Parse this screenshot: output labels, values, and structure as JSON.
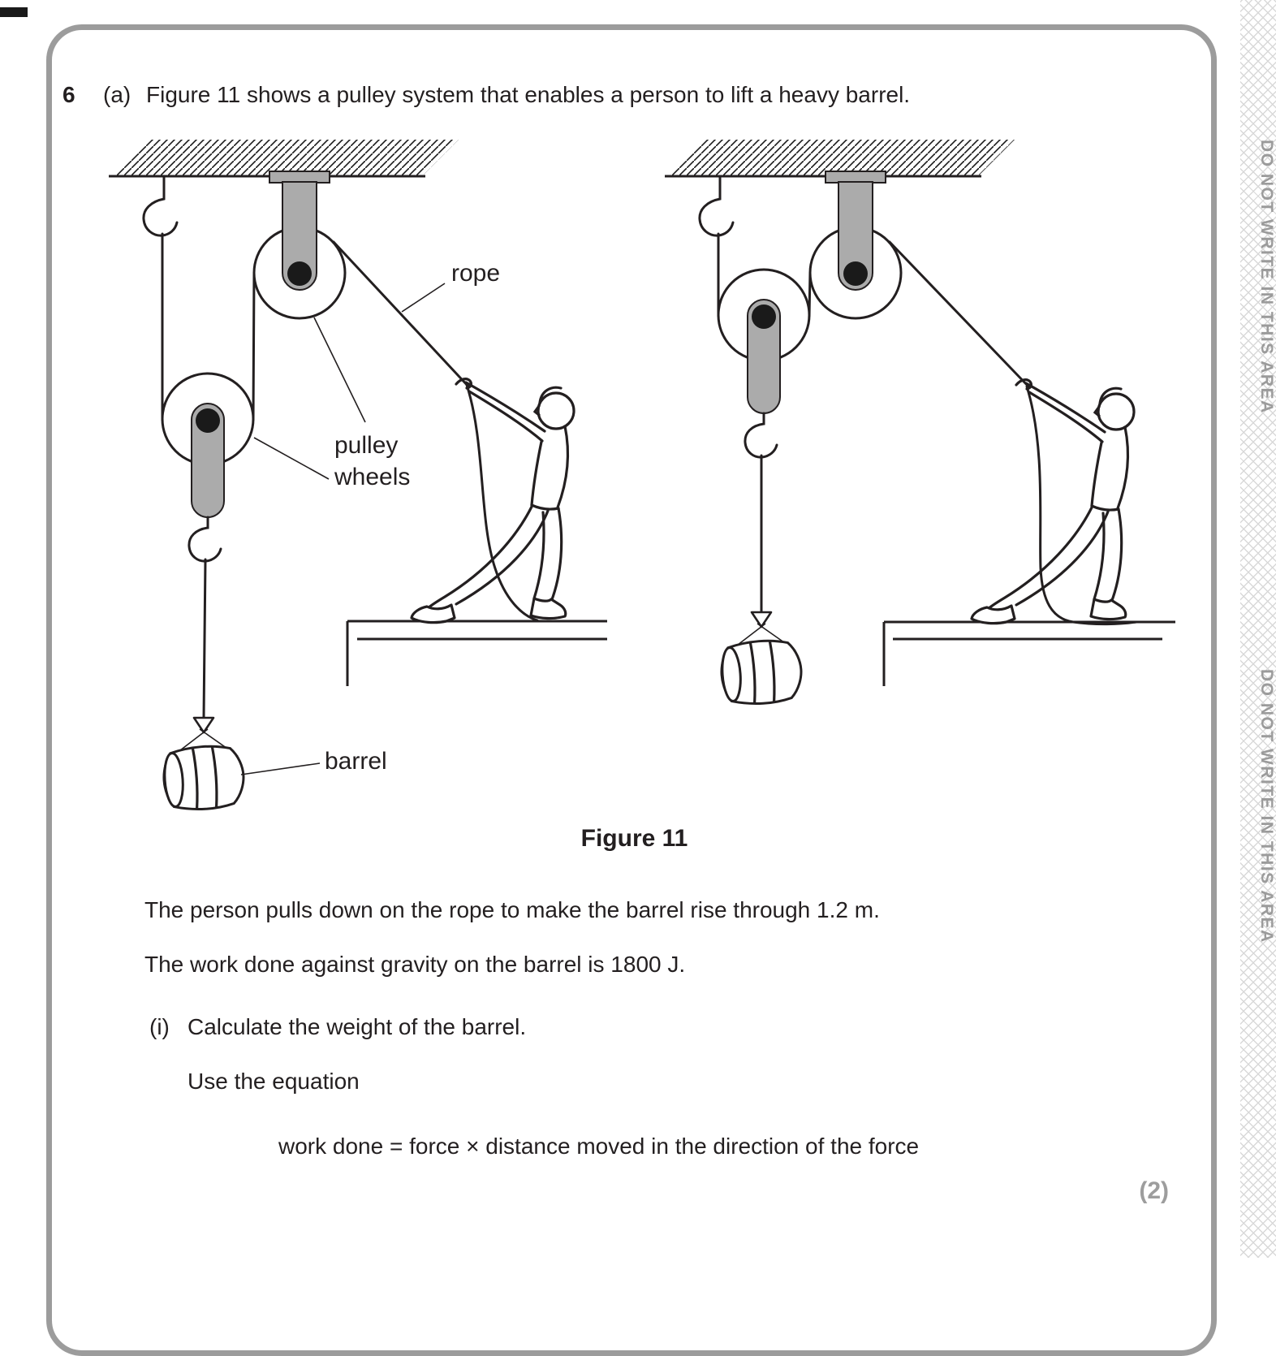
{
  "page": {
    "question_number": "6",
    "part_label": "(a)",
    "prompt": "Figure 11 shows a pulley system that enables a person to lift a heavy barrel.",
    "figure_caption": "Figure 11",
    "para1": "The person pulls down on the rope to make the barrel rise through 1.2 m.",
    "para2": "The work done against gravity on the barrel is 1800 J.",
    "subpart_label": "(i)",
    "subpart_text": "Calculate the weight of the barrel.",
    "use_equation": "Use the equation",
    "equation": "work done = force × distance moved in the direction of the force",
    "marks": "(2)"
  },
  "figure": {
    "labels": {
      "rope": "rope",
      "pulley_line1": "pulley",
      "pulley_line2": "wheels",
      "barrel": "barrel"
    }
  },
  "margin": {
    "side_text": "DO NOT WRITE IN THIS AREA"
  },
  "colors": {
    "ink": "#231f20",
    "bracket_gray": "#ababab",
    "border_gray": "#9c9c9c",
    "marks_gray": "#9d9d9d",
    "side_text_gray": "#9b9b9b",
    "hatch_gray": "#d9d9d9"
  }
}
